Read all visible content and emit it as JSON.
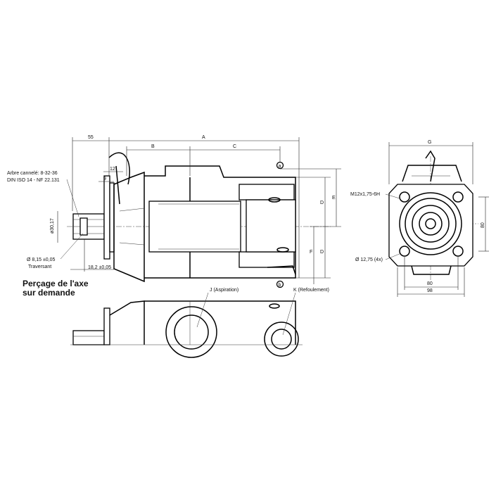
{
  "dimensions": {
    "d55": "55",
    "A": "A",
    "B": "B",
    "C": "C",
    "d12": "12",
    "d9": "9",
    "shaft_dia": "ø30,17",
    "E": "E",
    "D_upper": "D",
    "D_lower": "D",
    "F": "F",
    "G": "G",
    "d80_vertical": "80",
    "d80_horizontal": "80",
    "d98": "98"
  },
  "annotations": {
    "spline_line1": "Arbre cannelé: 8-32-36",
    "spline_line2": "DIN ISO 14 - NF 22.131",
    "bore_line1": "Ø 8,15 ±0,05",
    "bore_line2": "Traversant",
    "dim_18_2": "18,2 ±0,05",
    "drilling_line1": "Perçage de l'axe",
    "drilling_line2": "sur demande",
    "port_J": "J (Aspiration)",
    "port_K": "K (Refoulement)",
    "thread": "M12x1,75-6H",
    "holes": "Ø 12,75 (4x)"
  },
  "port_markers": {
    "top": "a",
    "bottom": "b"
  }
}
